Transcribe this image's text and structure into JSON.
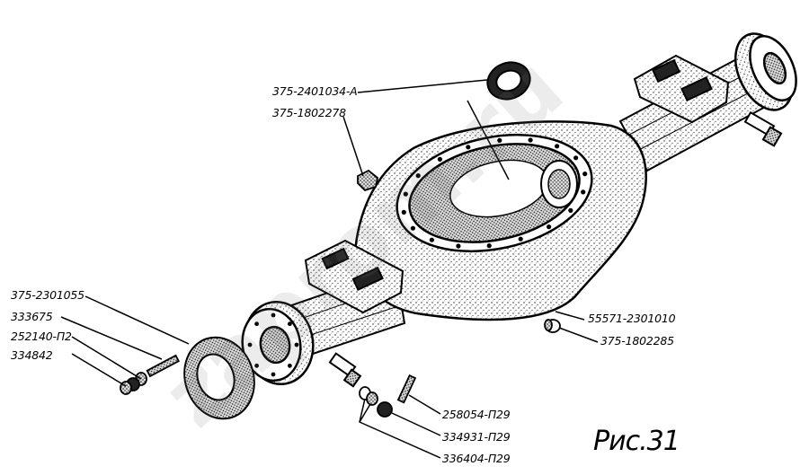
{
  "labels": {
    "seal": "375-2401034-А",
    "plug_top": "375-1802278",
    "gasket_set": "375-2301055",
    "p333675": "333675",
    "p252140": "252140-П2",
    "p334842": "334842",
    "housing": "55571-2301010",
    "plug_bottom": "375-1802285",
    "p258054": "258054-П29",
    "p334931": "334931-П29",
    "p336404": "336404-П29"
  },
  "figure": "Рис.31",
  "watermark": "zaprom.ru"
}
